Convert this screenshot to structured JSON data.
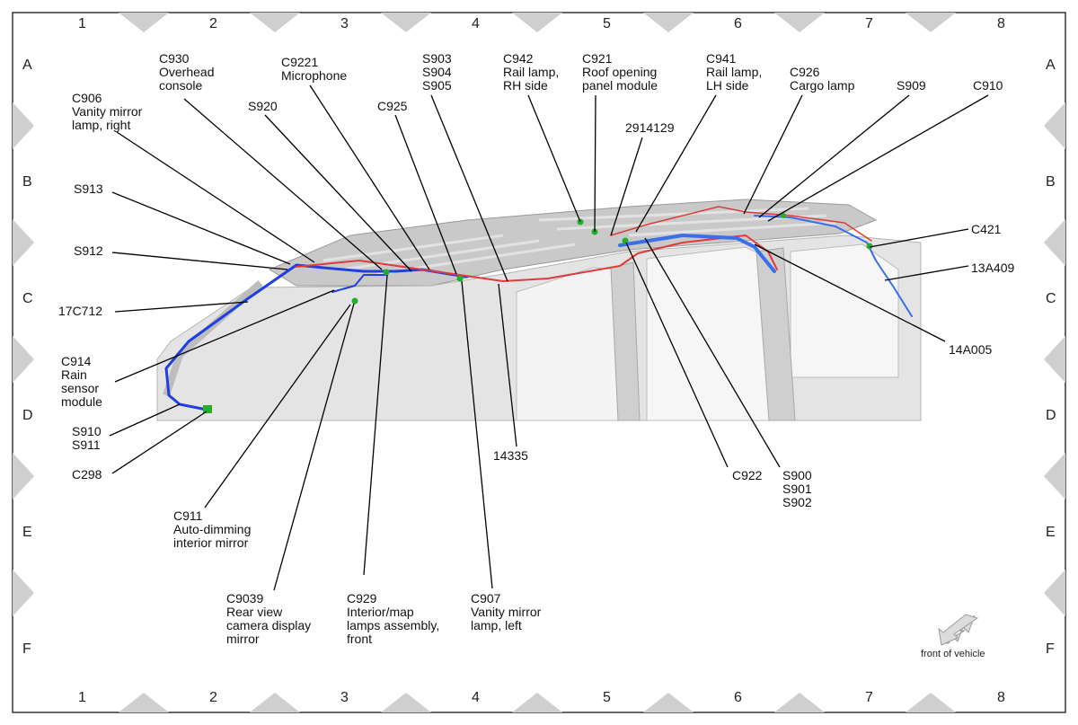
{
  "grid": {
    "columns": [
      "1",
      "2",
      "3",
      "4",
      "5",
      "6",
      "7",
      "8"
    ],
    "rows": [
      "A",
      "B",
      "C",
      "D",
      "E",
      "F"
    ]
  },
  "colors": {
    "harness_blue": "#1f3fe0",
    "harness_light_blue": "#3a6fe8",
    "harness_red": "#e03a3a",
    "connector_green": "#22b02a",
    "leader_line": "#000000",
    "body_panel": "#d7d7d7"
  },
  "labels": {
    "c906": "C906\nVanity mirror\nlamp, right",
    "c930": "C930\nOverhead\nconsole",
    "c9221": "C9221\nMicrophone",
    "s920": "S920",
    "s903": "S903\nS904\nS905",
    "c925": "C925",
    "c942": "C942\nRail lamp,\nRH side",
    "c921": "C921\nRoof opening\npanel module",
    "c941": "C941\nRail lamp,\nLH side",
    "c926": "C926\nCargo lamp",
    "s909": "S909",
    "c910": "C910",
    "n2914129": "2914129",
    "s913": "S913",
    "s912": "S912",
    "n17c712": "17C712",
    "c914": "C914\nRain\nsensor\nmodule",
    "s910": "S910\nS911",
    "c298": "C298",
    "c911": "C911\nAuto-dimming\ninterior mirror",
    "c9039": "C9039\nRear view\ncamera display\nmirror",
    "c929": "C929\nInterior/map\nlamps assembly,\nfront",
    "c907": "C907\nVanity mirror\nlamp, left",
    "n14335": "14335",
    "c922": "C922",
    "s900": "S900\nS901\nS902",
    "c421": "C421",
    "n13a409": "13A409",
    "n14a005": "14A005"
  },
  "front_of_vehicle": "front of vehicle"
}
